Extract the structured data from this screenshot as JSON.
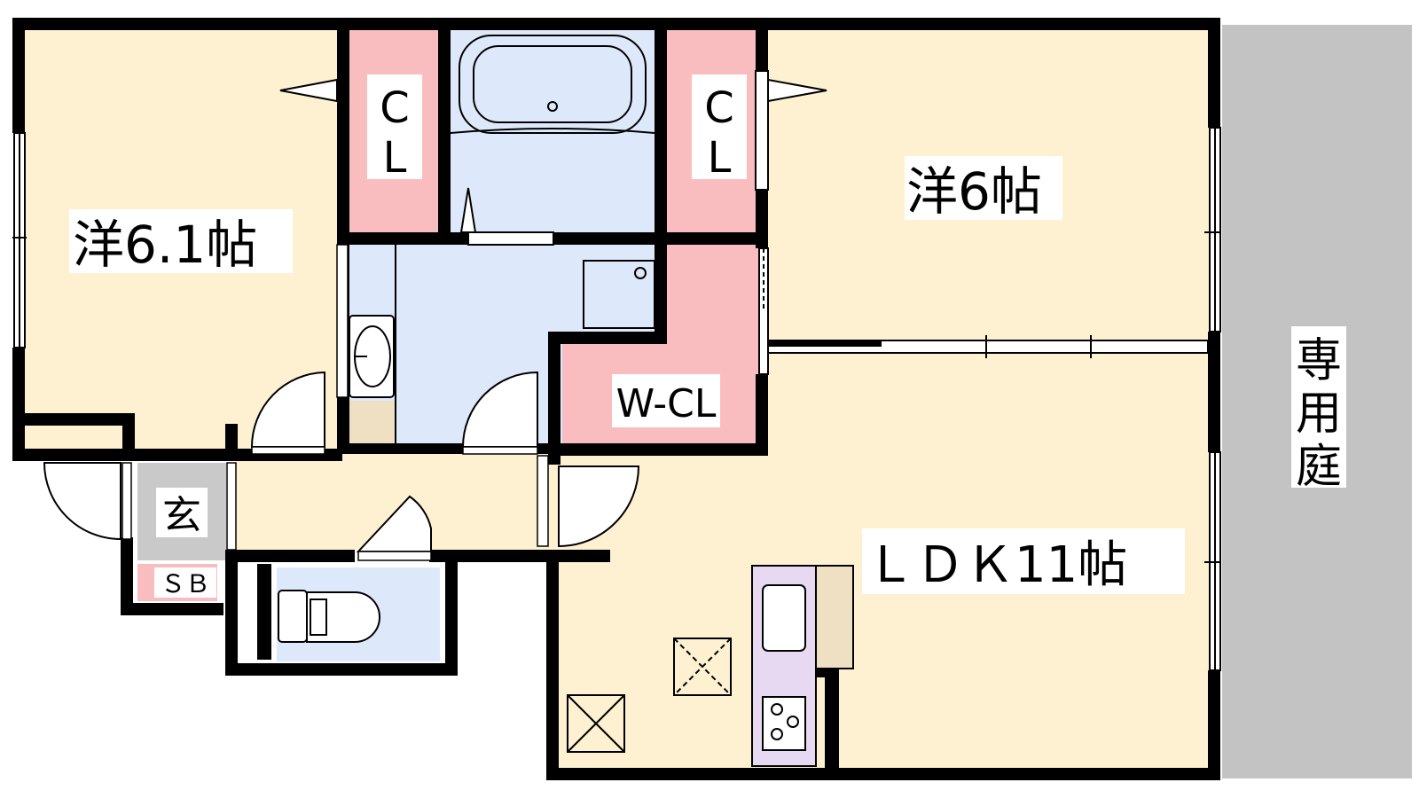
{
  "rooms": {
    "west_room": {
      "label": "洋6.1帖"
    },
    "east_room": {
      "label": "洋6帖"
    },
    "ldk": {
      "label": "ＬＤＫ11帖"
    },
    "closet_left": {
      "label_line1": "C",
      "label_line2": "L"
    },
    "closet_right": {
      "label_line1": "C",
      "label_line2": "L"
    },
    "walk_in_closet": {
      "label": "W-CL"
    },
    "entrance": {
      "label": "玄"
    },
    "shoe_box": {
      "label": "ＳＢ"
    },
    "private_garden": {
      "label_chars": [
        "専",
        "用",
        "庭"
      ]
    }
  },
  "colors": {
    "room_floor": "#fdf1d2",
    "wet_area": "#dde9fa",
    "closet": "#f9bdbf",
    "entrance": "#c9c9c9",
    "garden": "#c3c3c3",
    "kitchen_sink": "#e7d9f2",
    "counter": "#efe0c4",
    "wall": "#000000"
  }
}
